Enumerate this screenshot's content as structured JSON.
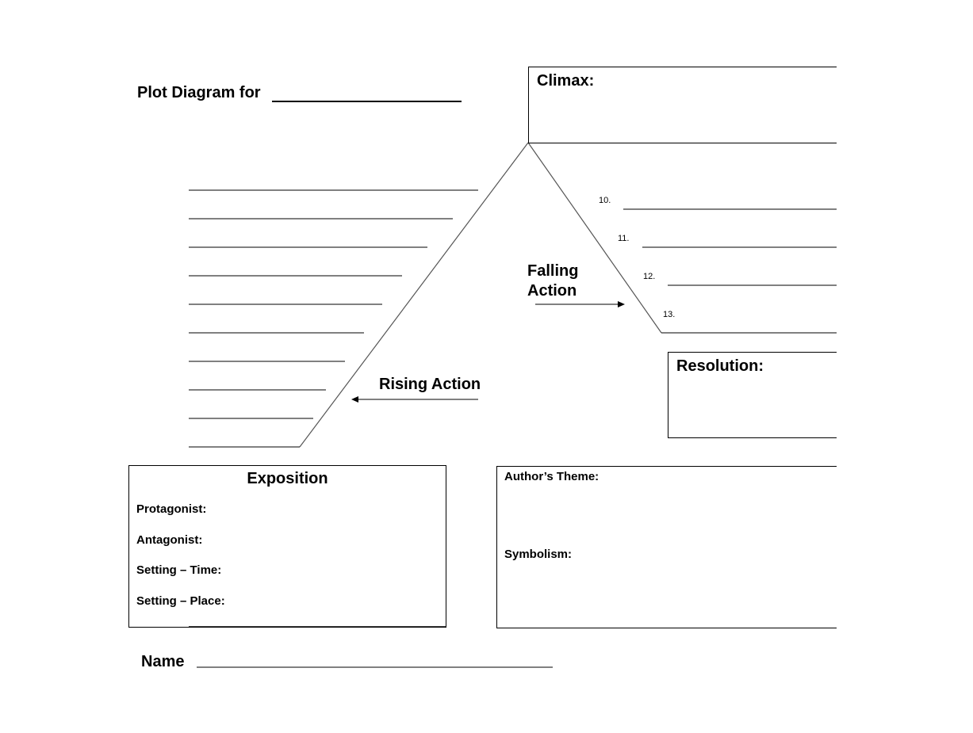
{
  "title": "Plot Diagram for",
  "climax": {
    "label": "Climax:"
  },
  "rising_action": {
    "label": "Rising Action",
    "line_count": 10
  },
  "falling_action": {
    "label_line1": "Falling",
    "label_line2": "Action",
    "numbers": [
      "10.",
      "11.",
      "12.",
      "13."
    ]
  },
  "resolution": {
    "label": "Resolution:"
  },
  "exposition": {
    "heading": "Exposition",
    "fields": [
      "Protagonist:",
      "Antagonist:",
      "Setting – Time:",
      "Setting – Place:"
    ]
  },
  "theme_box": {
    "theme_label": "Author’s Theme:",
    "symbolism_label": "Symbolism:"
  },
  "name_label": "Name"
}
